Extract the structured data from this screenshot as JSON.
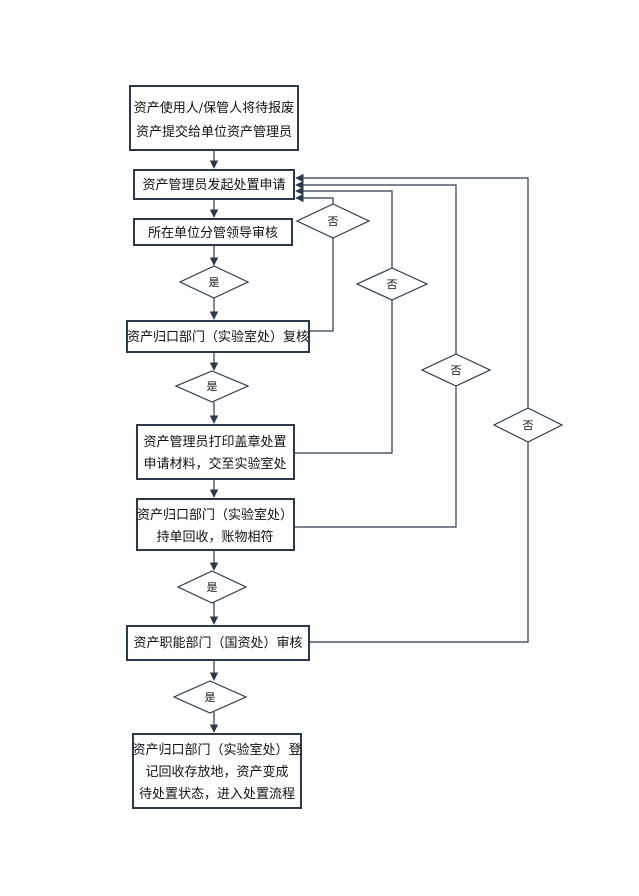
{
  "steps": {
    "s1": {
      "line1": "资产使用人/保管人将待报废",
      "line2": "资产提交给单位资产管理员"
    },
    "s2": {
      "label": "资产管理员发起处置申请"
    },
    "s3": {
      "label": "所在单位分管领导审核"
    },
    "s4": {
      "label": "资产归口部门（实验室处）复核"
    },
    "s5": {
      "line1": "资产管理员打印盖章处置",
      "line2": "申请材料，交至实验室处"
    },
    "s6": {
      "line1": "资产归口部门（实验室处）",
      "line2": "持单回收，账物相符"
    },
    "s7": {
      "label": "资产职能部门（国资处）审核"
    },
    "s8": {
      "line1": "资产归口部门（实验室处）登",
      "line2": "记回收存放地，资产变成",
      "line3": "待处置状态，进入处置流程"
    }
  },
  "decisions": {
    "yes": "是",
    "no": "否"
  }
}
